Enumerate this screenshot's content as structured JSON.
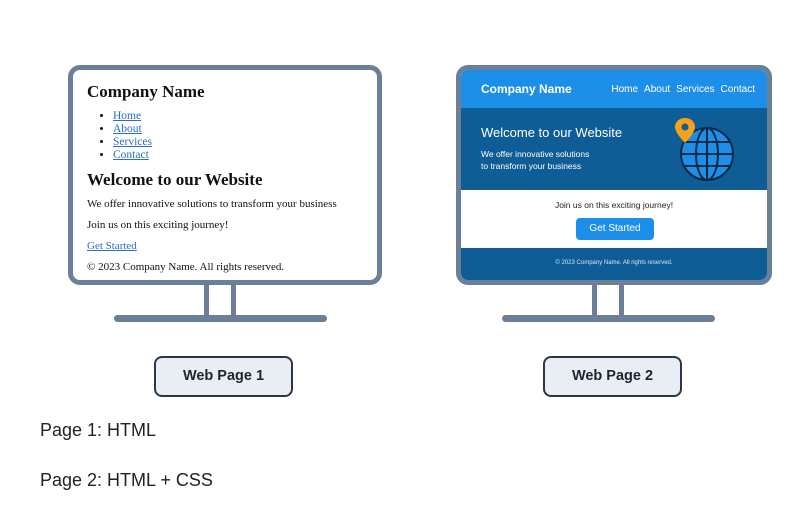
{
  "page1": {
    "company": "Company Name",
    "nav": [
      "Home",
      "About",
      "Services",
      "Contact"
    ],
    "welcome": "Welcome to our Website",
    "tagline": "We offer innovative solutions to transform your business",
    "join": "Join us on this exciting journey!",
    "cta": "Get Started",
    "footer": "© 2023 Company Name. All rights reserved."
  },
  "page2": {
    "company": "Company Name",
    "nav": [
      "Home",
      "About",
      "Services",
      "Contact"
    ],
    "welcome": "Welcome to our Website",
    "tagline_line1": "We offer innovative solutions",
    "tagline_line2": "to transform your business",
    "join": "Join us on this exciting journey!",
    "cta": "Get Started",
    "footer": "© 2023 Company Name. All rights reserved."
  },
  "labels": {
    "web_page_1": "Web Page 1",
    "web_page_2": "Web Page 2"
  },
  "captions": {
    "page1": "Page 1: HTML",
    "page2": "Page 2: HTML + CSS"
  },
  "colors": {
    "monitor_frame": "#6b7f98",
    "nav_blue": "#1d8fe8",
    "hero_blue": "#0f5d96",
    "pin_orange": "#f5a21a",
    "link_blue": "#2a6ec8"
  },
  "icons": [
    "globe-icon",
    "location-pin-icon"
  ]
}
